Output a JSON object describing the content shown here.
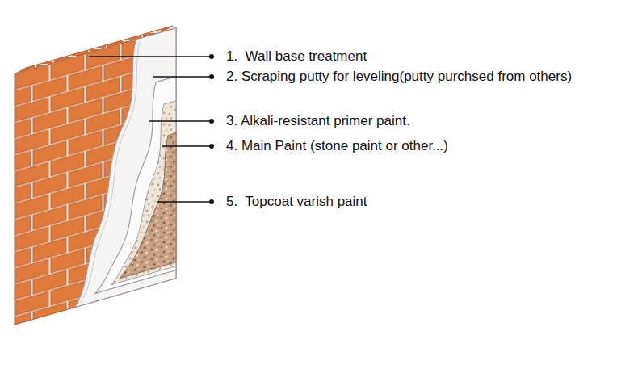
{
  "diagram": {
    "labels": [
      "1.  Wall base treatment",
      "2. Scraping putty for leveling(putty purchsed from others)",
      "3. Alkali-resistant primer paint.",
      "4. Main Paint (stone paint or other...)",
      "5.  Topcoat varish paint"
    ]
  }
}
